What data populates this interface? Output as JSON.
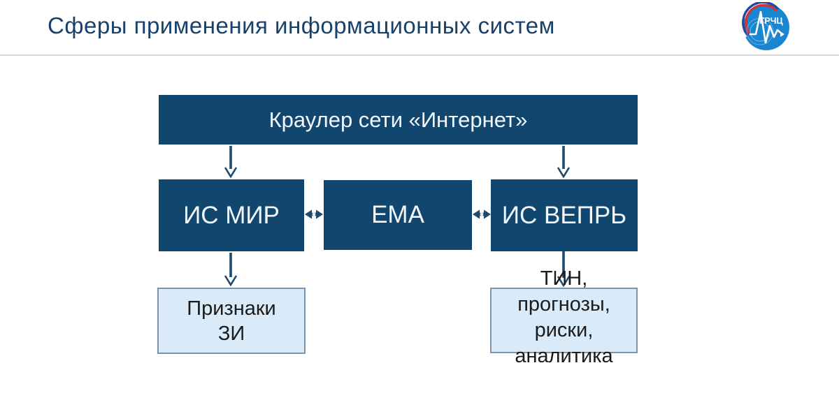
{
  "title": "Сферы применения информационных систем",
  "logo": {
    "text": "ГРЧЦ"
  },
  "colors": {
    "title_text": "#17416b",
    "dark_box_bg": "#11466e",
    "dark_box_text": "#f3f7fb",
    "light_box_bg": "#d9ebf8",
    "light_box_border": "#7e95a9",
    "arrow": "#1b4a73",
    "divider": "#d8d8d8",
    "logo_blue": "#1a86d0",
    "logo_flag_white": "#ffffff",
    "logo_flag_blue": "#27479e",
    "logo_flag_red": "#d63031"
  },
  "diagram": {
    "crawler_label": "Краулер сети «Интернет»",
    "systems": [
      {
        "label": "ИС МИР"
      },
      {
        "label": "ЕМА"
      },
      {
        "label": "ИС ВЕПРЬ"
      }
    ],
    "left_output": {
      "line1": "Признаки",
      "line2": "ЗИ"
    },
    "right_output": {
      "line1": "ТИН,",
      "line2": "прогнозы,",
      "line3": "риски,",
      "line4": "аналитика"
    }
  }
}
